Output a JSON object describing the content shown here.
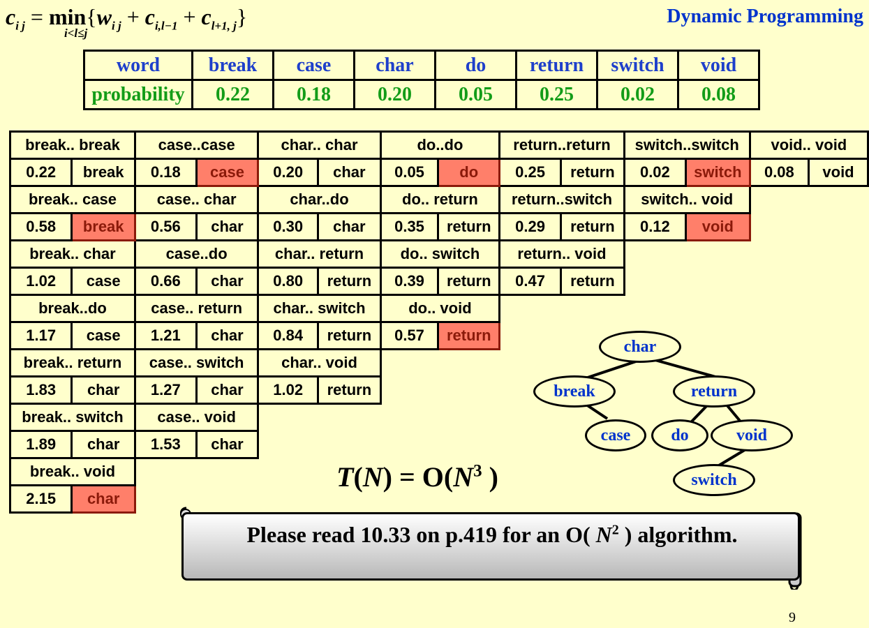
{
  "title": "Dynamic Programming",
  "formula": {
    "lhs": "c",
    "lhs_sub": "i j",
    "equals": "=",
    "min": "min",
    "range": "i<l≤j",
    "open": "{",
    "w": "w",
    "w_sub": "i j",
    "plus1": "+",
    "c1": "c",
    "c1_sub": "i,l−1",
    "plus2": "+",
    "c2": "c",
    "c2_sub": "l+1, j",
    "close": "}"
  },
  "word_table": {
    "word_header": "word",
    "prob_header": "probability",
    "words": [
      "break",
      "case",
      "char",
      "do",
      "return",
      "switch",
      "void"
    ],
    "probabilities": [
      "0.22",
      "0.18",
      "0.20",
      "0.05",
      "0.25",
      "0.02",
      "0.08"
    ]
  },
  "dp_table": {
    "rows": [
      [
        {
          "label": "break.. break",
          "cost": "0.22",
          "root": "break",
          "hl": false
        },
        {
          "label": "case..case",
          "cost": "0.18",
          "root": "case",
          "hl": true
        },
        {
          "label": "char.. char",
          "cost": "0.20",
          "root": "char",
          "hl": false
        },
        {
          "label": "do..do",
          "cost": "0.05",
          "root": "do",
          "hl": true
        },
        {
          "label": "return..return",
          "cost": "0.25",
          "root": "return",
          "hl": false
        },
        {
          "label": "switch..switch",
          "cost": "0.02",
          "root": "switch",
          "hl": true
        },
        {
          "label": "void.. void",
          "cost": "0.08",
          "root": "void",
          "hl": false
        }
      ],
      [
        {
          "label": "break.. case",
          "cost": "0.58",
          "root": "break",
          "hl": true
        },
        {
          "label": "case.. char",
          "cost": "0.56",
          "root": "char",
          "hl": false
        },
        {
          "label": "char..do",
          "cost": "0.30",
          "root": "char",
          "hl": false
        },
        {
          "label": "do.. return",
          "cost": "0.35",
          "root": "return",
          "hl": false
        },
        {
          "label": "return..switch",
          "cost": "0.29",
          "root": "return",
          "hl": false
        },
        {
          "label": "switch.. void",
          "cost": "0.12",
          "root": "void",
          "hl": true
        }
      ],
      [
        {
          "label": "break.. char",
          "cost": "1.02",
          "root": "case",
          "hl": false
        },
        {
          "label": "case..do",
          "cost": "0.66",
          "root": "char",
          "hl": false
        },
        {
          "label": "char.. return",
          "cost": "0.80",
          "root": "return",
          "hl": false
        },
        {
          "label": "do.. switch",
          "cost": "0.39",
          "root": "return",
          "hl": false
        },
        {
          "label": "return.. void",
          "cost": "0.47",
          "root": "return",
          "hl": false
        }
      ],
      [
        {
          "label": "break..do",
          "cost": "1.17",
          "root": "case",
          "hl": false
        },
        {
          "label": "case.. return",
          "cost": "1.21",
          "root": "char",
          "hl": false
        },
        {
          "label": "char.. switch",
          "cost": "0.84",
          "root": "return",
          "hl": false
        },
        {
          "label": "do.. void",
          "cost": "0.57",
          "root": "return",
          "hl": true
        }
      ],
      [
        {
          "label": "break.. return",
          "cost": "1.83",
          "root": "char",
          "hl": false
        },
        {
          "label": "case.. switch",
          "cost": "1.27",
          "root": "char",
          "hl": false
        },
        {
          "label": "char.. void",
          "cost": "1.02",
          "root": "return",
          "hl": false
        }
      ],
      [
        {
          "label": "break.. switch",
          "cost": "1.89",
          "root": "char",
          "hl": false
        },
        {
          "label": "case.. void",
          "cost": "1.53",
          "root": "char",
          "hl": false
        }
      ],
      [
        {
          "label": "break.. void",
          "cost": "2.15",
          "root": "char",
          "hl": true
        }
      ]
    ]
  },
  "tree": {
    "nodes": [
      "char",
      "break",
      "return",
      "case",
      "do",
      "void",
      "switch"
    ]
  },
  "complexity": {
    "t": "T",
    "n1": "N",
    "mid": ") = O(",
    "n2": "N",
    "exp": "3",
    "close": " )"
  },
  "note": {
    "prefix": "Please read 10.33 on p.419 for an O( ",
    "n": "N",
    "exp": "2",
    "suffix": " ) algorithm."
  },
  "page_number": "9"
}
